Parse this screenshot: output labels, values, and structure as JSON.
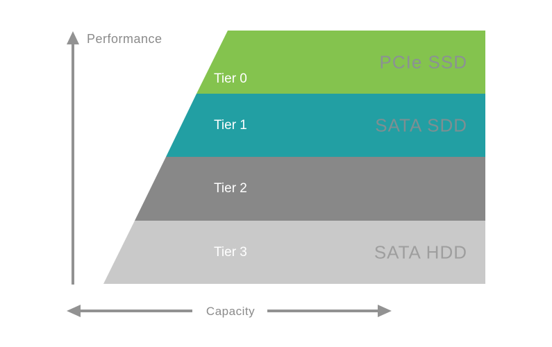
{
  "diagram": {
    "y_axis_label": "Performance",
    "x_axis_label": "Capacity",
    "axis_color": "#929292",
    "axis_label_color": "#8A8A8A",
    "tiers": [
      {
        "name": "Tier 0",
        "tech": "PCIe SSD",
        "color": "#84C34E",
        "name_color": "#FFFFFF",
        "tech_color": "#8B9194"
      },
      {
        "name": "Tier 1",
        "tech": "SATA SDD",
        "color": "#229FA3",
        "name_color": "#FFFFFF",
        "tech_color": "#7E8F92"
      },
      {
        "name": "Tier 2",
        "tech": "",
        "color": "#888888",
        "name_color": "#FFFFFF",
        "tech_color": "#8E9497"
      },
      {
        "name": "Tier 3",
        "tech": "SATA HDD",
        "color": "#C9C9C9",
        "name_color": "#FFFFFF",
        "tech_color": "#9E9E9E"
      }
    ]
  }
}
